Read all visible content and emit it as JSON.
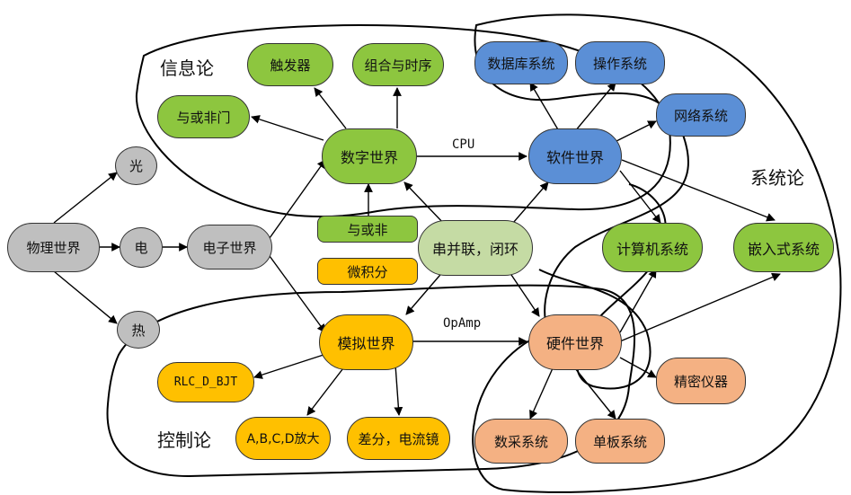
{
  "regions": {
    "info": "信息论",
    "control": "控制论",
    "system": "系统论"
  },
  "nodes": {
    "physical": "物理世界",
    "light": "光",
    "electric": "电",
    "heat": "热",
    "electronic": "电子世界",
    "digital": "数字世界",
    "analog": "模拟世界",
    "software": "软件世界",
    "hardware": "硬件世界",
    "flipflop": "触发器",
    "combseq": "组合与时序",
    "andornot_gate": "与或非门",
    "andornot": "与或非",
    "calculus": "微积分",
    "series": "串并联，闭环",
    "database": "数据库系统",
    "os": "操作系统",
    "network": "网络系统",
    "computer": "计算机系统",
    "embedded": "嵌入式系统",
    "rlc": "RLC_D_BJT",
    "amp": "A,B,C,D放大",
    "diff": "差分，电流镜",
    "precision": "精密仪器",
    "daq": "数采系统",
    "sbc": "单板系统"
  },
  "edges": {
    "cpu": "CPU",
    "opamp": "OpAmp"
  },
  "colors": {
    "green": "#8dc63f",
    "blue": "#5b8fd6",
    "gray": "#bfbfbf",
    "yellow": "#ffc000",
    "orange": "#f4b183",
    "sage": "#c5dba4"
  }
}
